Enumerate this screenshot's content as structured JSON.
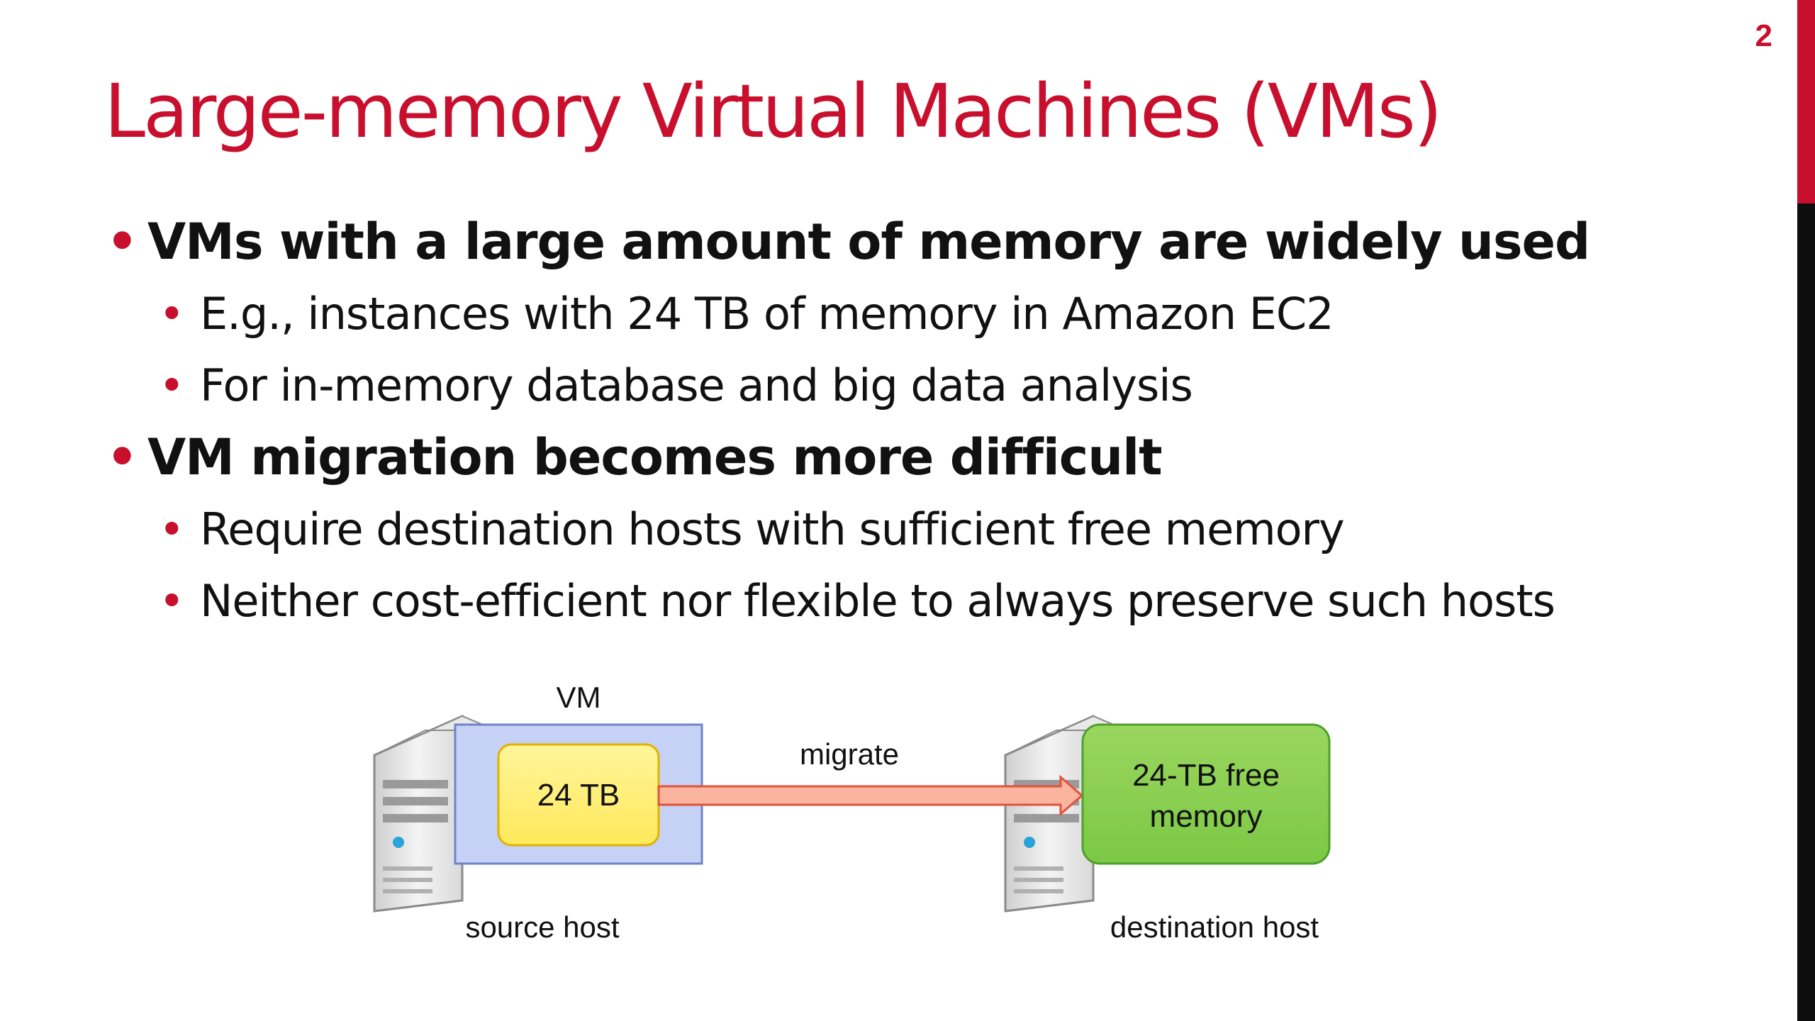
{
  "page_number": "2",
  "title": "Large-memory Virtual Machines (VMs)",
  "bullets": [
    {
      "level": 1,
      "text": "VMs with a large amount of memory are widely used"
    },
    {
      "level": 2,
      "text": "E.g., instances with 24 TB of memory in Amazon EC2"
    },
    {
      "level": 2,
      "text": "For in-memory database and big data analysis"
    },
    {
      "level": 1,
      "text": "VM migration becomes more difficult"
    },
    {
      "level": 2,
      "text": "Require destination hosts with sufficient free memory"
    },
    {
      "level": 2,
      "text": "Neither cost-efficient nor flexible to always preserve such hosts"
    }
  ],
  "diagram": {
    "vm_label": "VM",
    "vm_memory": "24 TB",
    "arrow_label": "migrate",
    "dest_memory_line1": "24-TB free",
    "dest_memory_line2": "memory",
    "source_label": "source host",
    "dest_label": "destination host"
  },
  "colors": {
    "accent_red": "#c8102e",
    "vm_box_fill": "#c5d1f5",
    "vm_box_stroke": "#6f84c8",
    "memory_yellow": "#fff27a",
    "memory_yellow_stroke": "#e3b100",
    "arrow_fill": "#fbb4a0",
    "arrow_stroke": "#e2533a",
    "free_memory_green": "#86d04f",
    "free_memory_stroke": "#4ea02a"
  }
}
